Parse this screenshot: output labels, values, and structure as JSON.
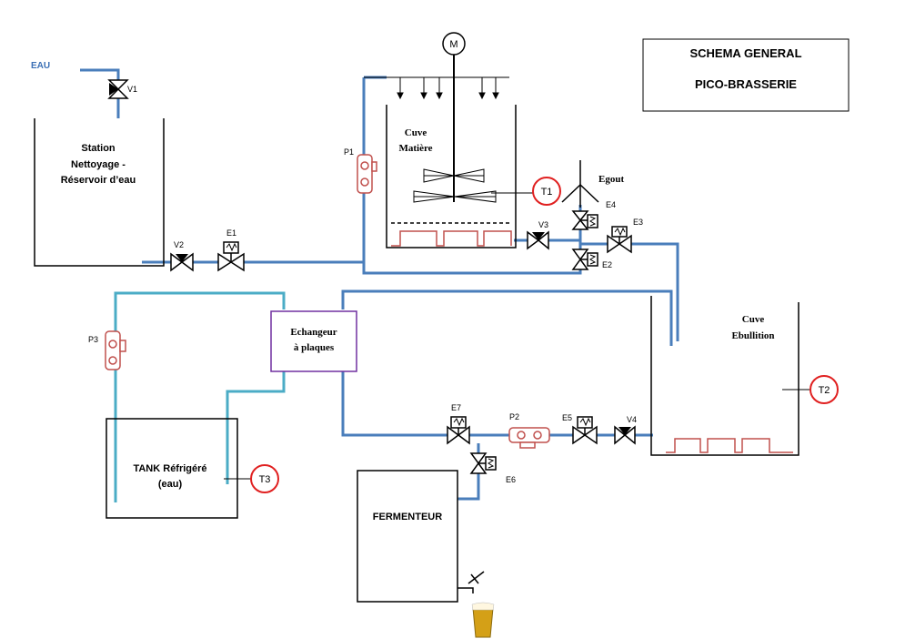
{
  "title": {
    "line1": "SCHEMA GENERAL",
    "line2": "PICO-BRASSERIE"
  },
  "labels": {
    "eau": "EAU",
    "station_l1": "Station",
    "station_l2": "Nettoyage -",
    "station_l3": "Réservoir d’eau",
    "cuve_matiere_l1": "Cuve",
    "cuve_matiere_l2": "Matière",
    "egout": "Egout",
    "cuve_ebullition_l1": "Cuve",
    "cuve_ebullition_l2": "Ebullition",
    "echangeur_l1": "Echangeur",
    "echangeur_l2": "à plaques",
    "tank_l1": "TANK Réfrigéré",
    "tank_l2": "(eau)",
    "fermenteur": "FERMENTEUR",
    "motor": "M"
  },
  "valves": {
    "v1": "V1",
    "v2": "V2",
    "v3": "V3",
    "v4": "V4",
    "e1": "E1",
    "e2": "E2",
    "e3": "E3",
    "e4": "E4",
    "e5": "E5",
    "e6": "E6",
    "e7": "E7"
  },
  "pumps": {
    "p1": "P1",
    "p2": "P2",
    "p3": "P3"
  },
  "sensors": {
    "t1": "T1",
    "t2": "T2",
    "t3": "T3"
  },
  "colors": {
    "pipe_blue": "#4a7ebb",
    "pipe_teal": "#4bacc6",
    "pump_red": "#c0504d",
    "sensor_red": "#e02020",
    "heater_red": "#c0504d",
    "exchanger_border": "#7030a0"
  }
}
